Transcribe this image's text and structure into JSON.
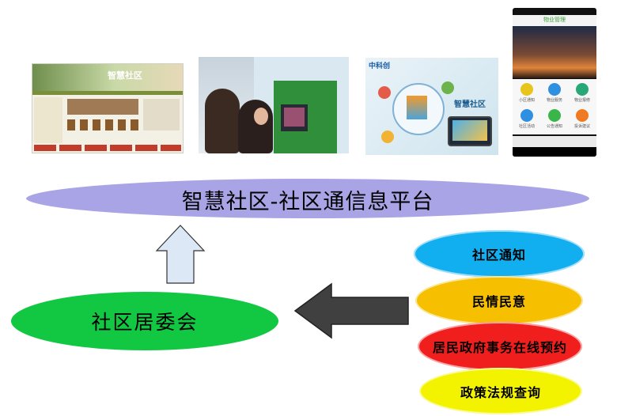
{
  "images": [
    {
      "name": "community-website-screenshot",
      "logo_text": "智慧社区"
    },
    {
      "name": "self-service-kiosk-photo"
    },
    {
      "name": "smart-community-graphic",
      "logo_text": "中科创",
      "label": "智慧社区"
    },
    {
      "name": "mobile-app-screenshot",
      "app_title": "物业管理",
      "tiles": [
        "小区通知",
        "物业服务",
        "物业报修",
        "社区活动",
        "公告通知",
        "投诉建议"
      ]
    }
  ],
  "platform": {
    "label": "智慧社区-社区通信息平台",
    "color": "#a9a4e6"
  },
  "committee": {
    "label": "社区居委会",
    "color": "#12c842"
  },
  "services": [
    {
      "label": "社区通知",
      "color": "#11aef0"
    },
    {
      "label": "民情民意",
      "color": "#f6c000"
    },
    {
      "label": "居民政府事务在线预约",
      "color": "#f11e1e"
    },
    {
      "label": "政策法规查询",
      "color": "#f3f300"
    }
  ],
  "arrows": {
    "up_fill": "#dde8f6",
    "left_fill": "#404040"
  }
}
